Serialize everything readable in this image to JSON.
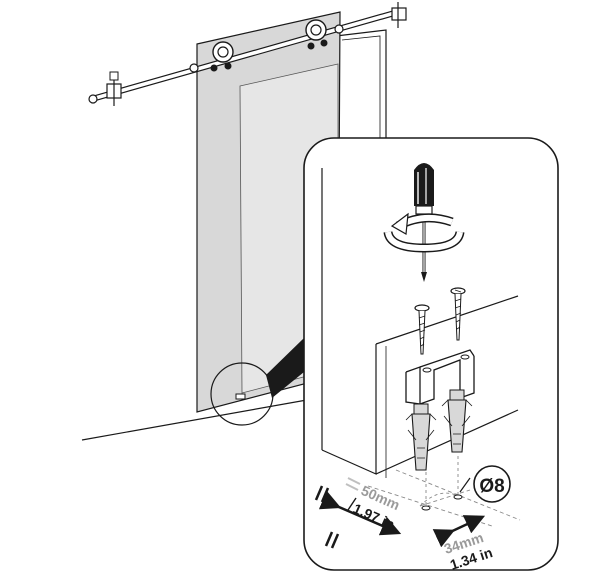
{
  "labels": {
    "hole_diameter": "Ø8",
    "distance_mm": "50mm",
    "distance_in": "1.97 in",
    "width_mm": "34mm",
    "width_in": "1.34 in"
  },
  "colors": {
    "glass": "#d8d8d8",
    "glass_light": "#e6e6e6",
    "ink": "#1a1a1a",
    "gray_text": "#9a9a9a",
    "arrow_gray": "#bfbfbf"
  }
}
